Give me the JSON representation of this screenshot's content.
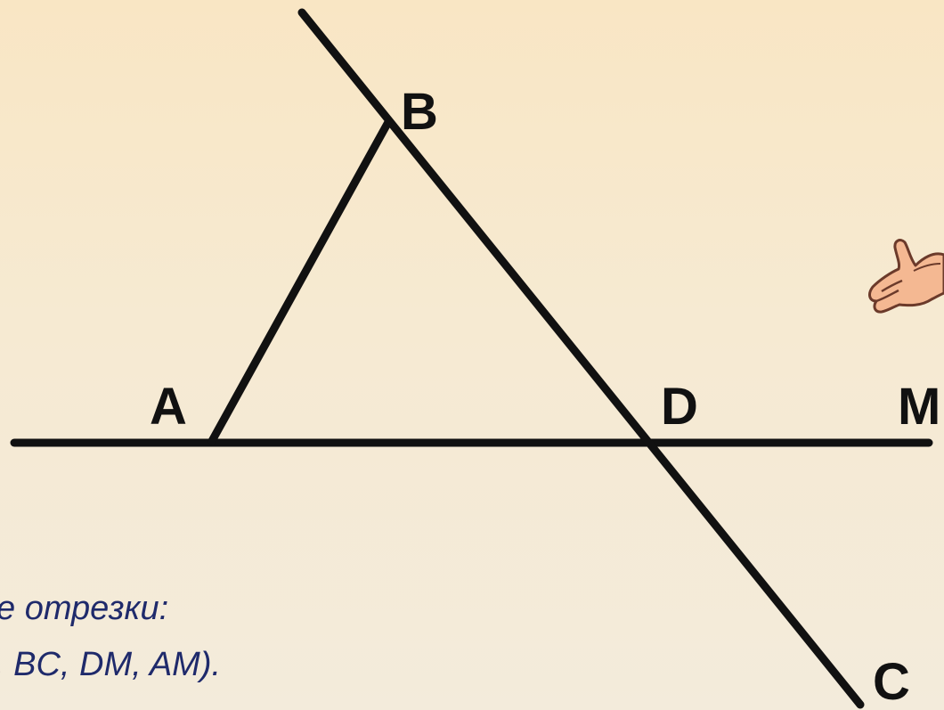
{
  "points": {
    "a": "A",
    "b": "B",
    "c": "C",
    "d": "D",
    "m": "M"
  },
  "caption": {
    "line1": "е отрезки:",
    "line2": ", BC, DM, AM)."
  },
  "colors": {
    "background_top": "#f9e6c4",
    "background_bottom": "#f3ebdb",
    "lines": "#111111",
    "caption_text": "#1f2a6b",
    "hand_fill": "#f4b892"
  },
  "icons": {
    "pointing_hand": "pointing-hand-icon"
  }
}
